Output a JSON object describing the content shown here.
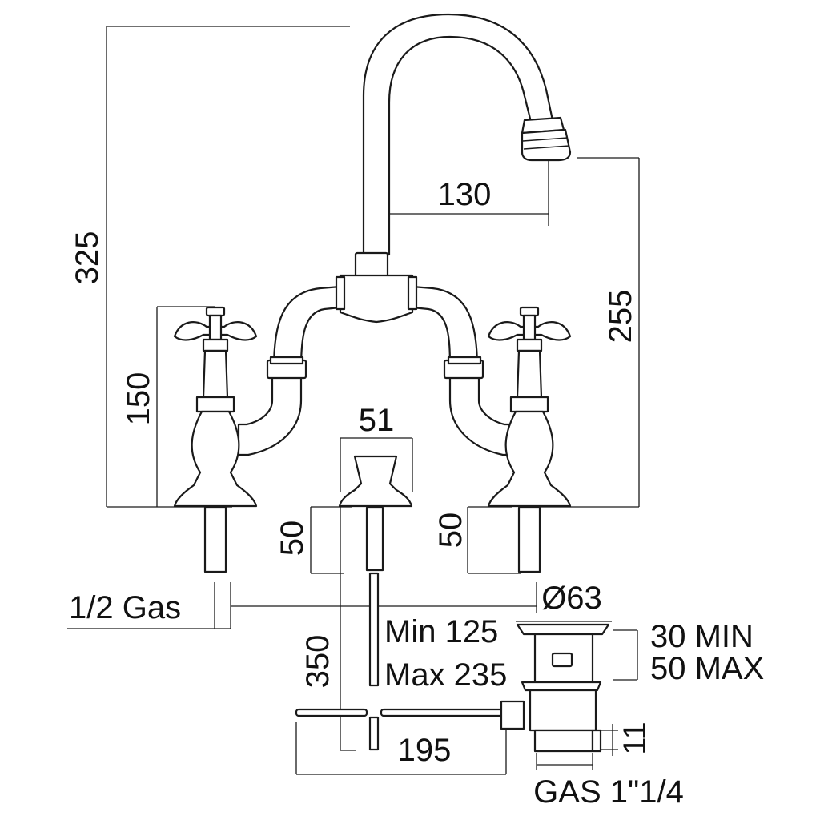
{
  "dimensions": {
    "total_height": "325",
    "handle_height": "150",
    "spout_height": "255",
    "spout_reach": "130",
    "popup_knob_width": "51",
    "shank_length_center": "50",
    "shank_length_right": "50",
    "pull_rod_length": "350",
    "inlet_thread": "1/2 Gas",
    "waste_diameter": "Ø63",
    "rod_min": "Min 125",
    "rod_max": "Max 235",
    "thickness_min": "30 MIN",
    "thickness_max": "50 MAX",
    "lever_length": "195",
    "waste_offset": "11",
    "waste_thread": "GAS 1\"1/4"
  }
}
